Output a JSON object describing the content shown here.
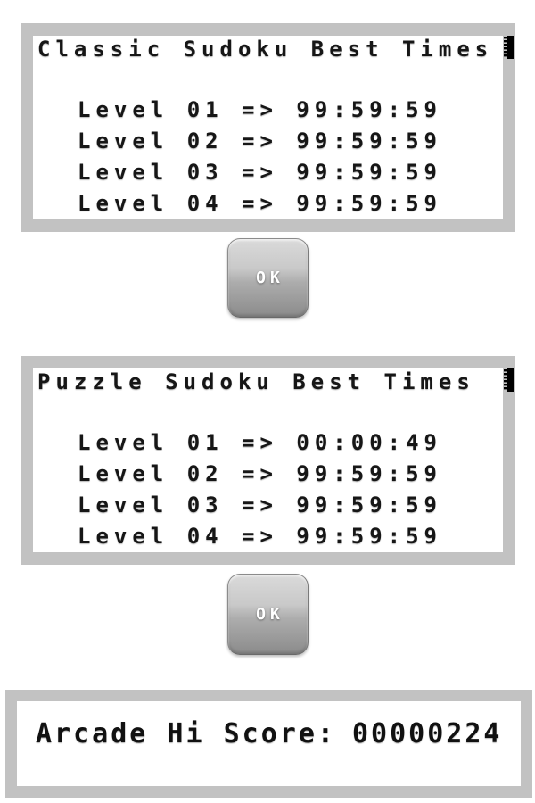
{
  "dialogs": [
    {
      "title": "Classic Sudoku Best Times",
      "rows": [
        "Level 01 => 99:59:59",
        "Level 02 => 99:59:59",
        "Level 03 => 99:59:59",
        "Level 04 => 99:59:59"
      ],
      "ok_label": "OK"
    },
    {
      "title": "Puzzle Sudoku Best Times",
      "rows": [
        "Level 01 => 00:00:49",
        "Level 02 => 99:59:59",
        "Level 03 => 99:59:59",
        "Level 04 => 99:59:59"
      ],
      "ok_label": "OK"
    }
  ],
  "arcade_hi_score": {
    "label": "Arcade Hi Score:",
    "value": "00000224"
  },
  "icons": {
    "scroll_indicator": "serrated-bar"
  },
  "colors": {
    "frame_gray": "#c2c2c2",
    "panel_white": "#ffffff",
    "text_black": "#161616",
    "button_top": "#dadada",
    "button_bottom": "#8b8b8b",
    "button_label": "#ffffff",
    "icon_black": "#000000"
  }
}
